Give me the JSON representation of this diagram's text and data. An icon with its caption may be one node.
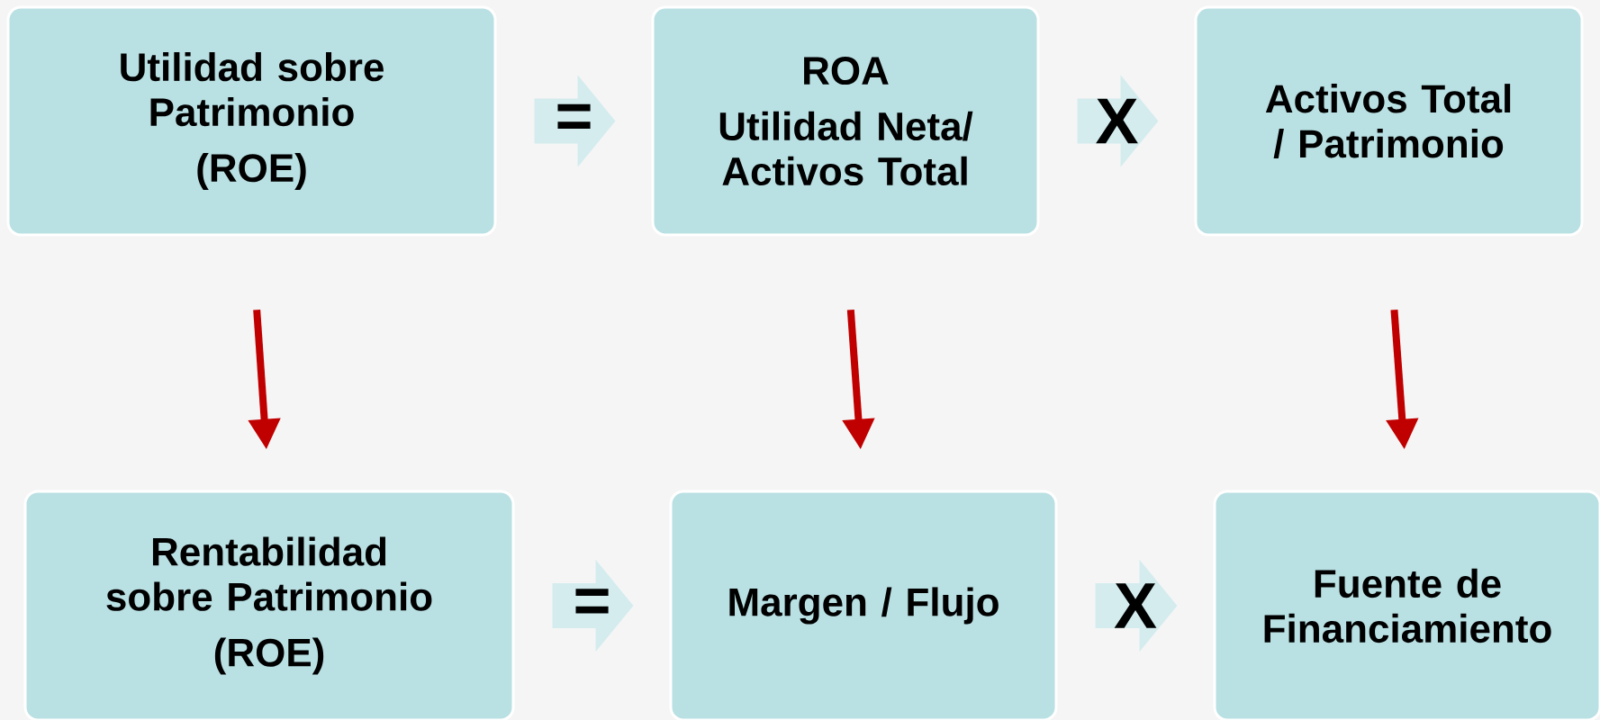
{
  "diagram": {
    "nodes": [
      {
        "text": [
          "Utilidad sobre Patrimonio",
          "(ROE)"
        ]
      },
      {
        "text": [
          "ROA",
          "Utilidad Neta/ Activos Total"
        ]
      },
      {
        "text": [
          "Activos Total / Patrimonio"
        ]
      },
      {
        "text": [
          "Rentabilidad sobre Patrimonio",
          "(ROE)"
        ]
      },
      {
        "text": [
          "Margen / Flujo"
        ]
      },
      {
        "text": [
          "Fuente de Financiamiento"
        ]
      }
    ],
    "edges": [
      {
        "from": 0,
        "to": 1,
        "arrow": "to",
        "label": "="
      },
      {
        "from": 1,
        "to": 2,
        "arrow": "to",
        "label": "X"
      },
      {
        "from": 3,
        "to": 4,
        "arrow": "to",
        "label": "="
      },
      {
        "from": 4,
        "to": 5,
        "arrow": "to",
        "label": "X"
      },
      {
        "from": 0,
        "to": 3,
        "arrow": "to",
        "color": "#c00000"
      },
      {
        "from": 1,
        "to": 4,
        "arrow": "to",
        "color": "#c00000"
      },
      {
        "from": 2,
        "to": 5,
        "arrow": "to",
        "color": "#c00000"
      }
    ]
  }
}
